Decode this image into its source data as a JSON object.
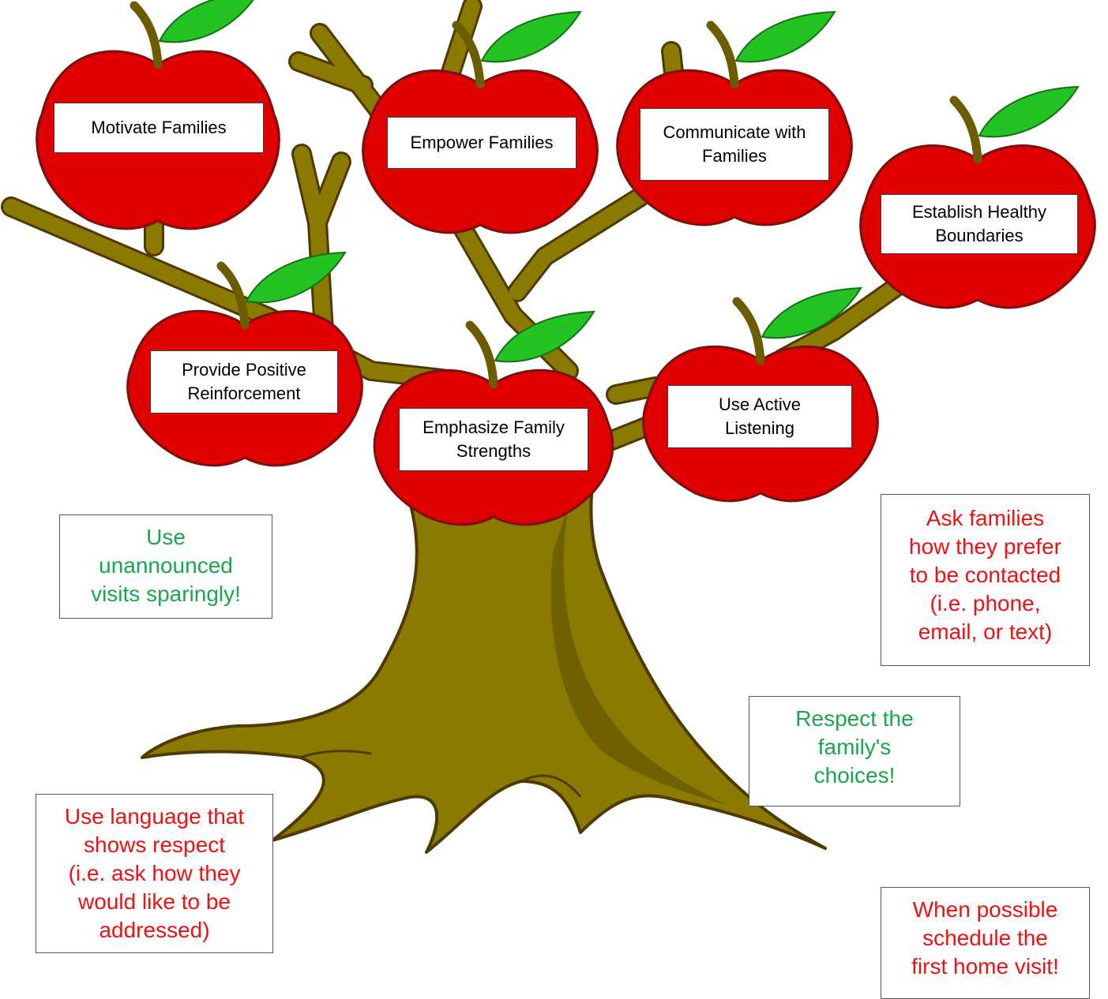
{
  "colors": {
    "apple_fill": "#e00000",
    "apple_stroke": "#7a1010",
    "leaf_fill": "#22c322",
    "leaf_stroke": "#157015",
    "stem": "#6b5c00",
    "trunk": "#8a7a00",
    "trunk_shadow": "#6f6100",
    "trunk_outline": "#4e3a00",
    "note_green": "#18a84a",
    "note_red": "#ee1111"
  },
  "apples": [
    {
      "text": "Motivate Families"
    },
    {
      "text": "Empower Families"
    },
    {
      "text": "Communicate with\nFamilies"
    },
    {
      "text": "Establish Healthy\nBoundaries"
    },
    {
      "text": "Provide Positive\nReinforcement"
    },
    {
      "text": "Emphasize Family\nStrengths"
    },
    {
      "text": "Use Active\nListening"
    }
  ],
  "notes": [
    {
      "text": "Use\nunannounced\nvisits sparingly!",
      "color": "green"
    },
    {
      "text": "Ask families\nhow they prefer\nto be contacted\n(i.e. phone,\nemail, or text)",
      "color": "red"
    },
    {
      "text": "Respect the\nfamily's\nchoices!",
      "color": "green"
    },
    {
      "text": "Use language that\nshows respect\n(i.e. ask how they\nwould like to be\naddressed)",
      "color": "red"
    },
    {
      "text": "When possible\nschedule the\nfirst home visit!",
      "color": "red"
    }
  ]
}
